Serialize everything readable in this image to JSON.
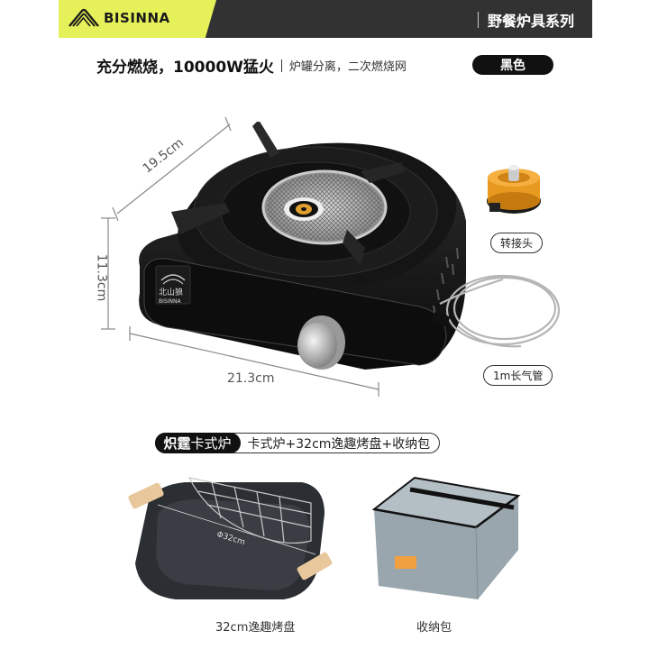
{
  "header": {
    "brand": "BISINNA",
    "series_title": "野餐炉具系列"
  },
  "tagline": {
    "main": "充分燃烧，10000W猛火",
    "sub": "炉罐分离，二次燃烧网"
  },
  "color_option": {
    "label": "黑色",
    "color": "#111111"
  },
  "dimensions": {
    "depth": "19.5cm",
    "height": "11.3cm",
    "width": "21.3cm"
  },
  "product": {
    "badge_cn": "北山狼",
    "badge_en": "BISINNA"
  },
  "accessories": [
    {
      "label": "转接头"
    },
    {
      "label": "1m长气管"
    }
  ],
  "bundle": {
    "name_bold": "炽霆",
    "name_rest": "卡式炉",
    "contents": "卡式炉+32cm逸趣烤盘+收纳包"
  },
  "included_items": [
    {
      "label": "32cm逸趣烤盘",
      "pan_diameter": "Φ32cm"
    },
    {
      "label": "收纳包"
    }
  ],
  "colors": {
    "header_dark": "#323232",
    "header_accent": "#e6f15a",
    "adapter_orange": "#f0a020",
    "bag_gray": "#9aa6ae"
  }
}
